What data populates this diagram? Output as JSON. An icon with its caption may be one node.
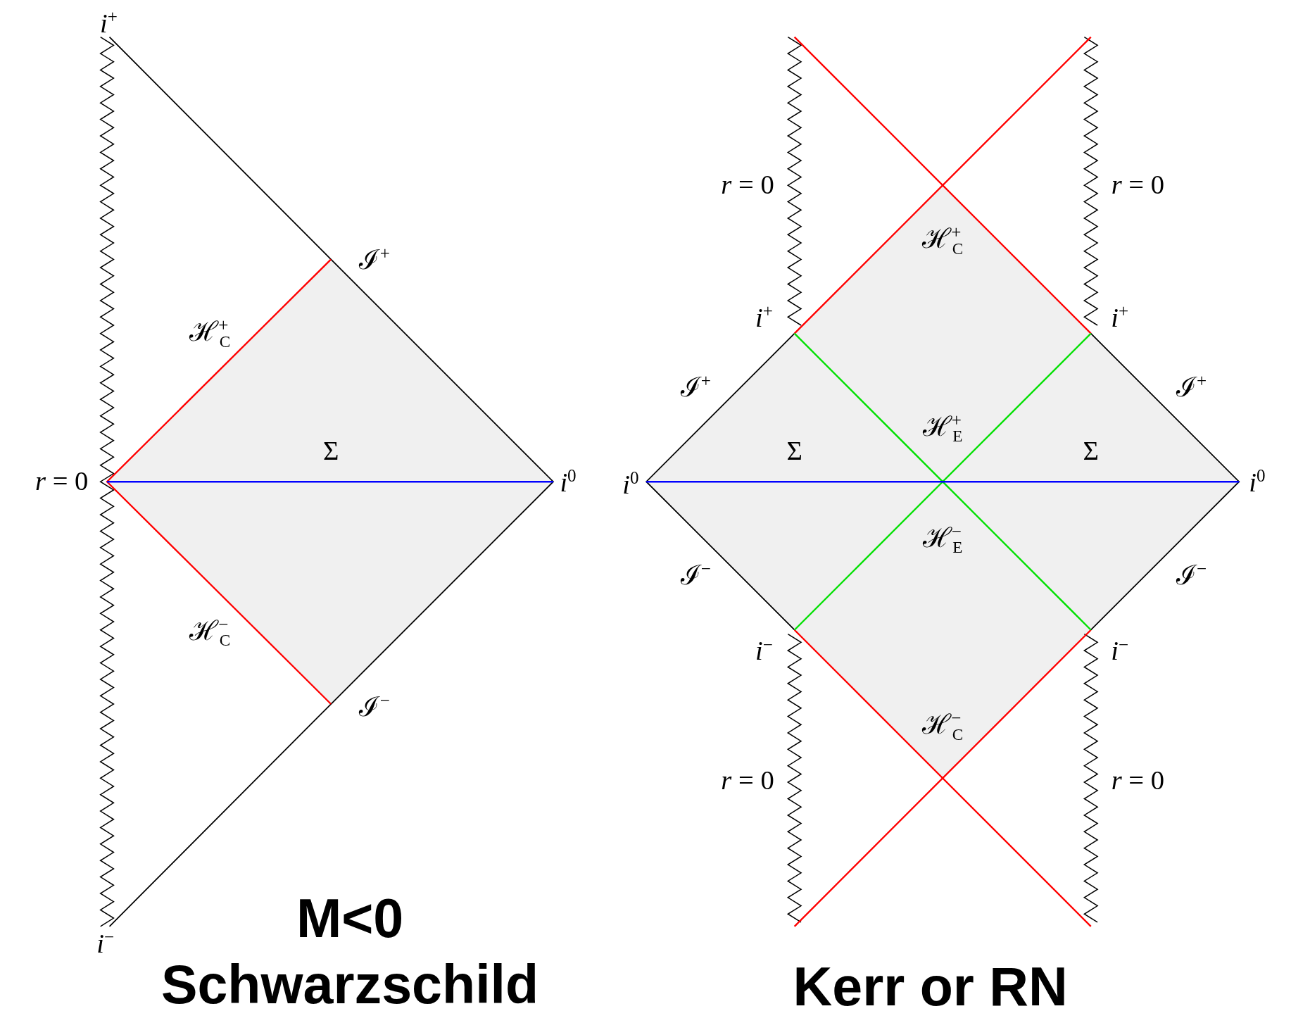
{
  "diagram": {
    "labels": [
      "*i*$^{+}$",
      "*r* = 0",
      "*r* = 0",
      "ℋ$^{+}$$_{C}$",
      "ℐ$^{+}$",
      "*i*$^{+}$",
      "*i*$^{+}$",
      "ℋ$^{+}$$_{C}$",
      "ℐ$^{+}$",
      "ℐ$^{+}$",
      "ℋ$^{+}$$_{E}$",
      "Σ",
      "Σ",
      "Σ",
      "*r* = 0",
      "*i*$^{0}$",
      "*i*$^{0}$",
      "*i*$^{0}$",
      "ℋ$^{−}$$_{E}$",
      "ℐ$^{−}$",
      "ℐ$^{−}$",
      "ℋ$^{−}$$_{C}$",
      "*i*$^{−}$",
      "*i*$^{−}$",
      "ℐ$^{−}$",
      "ℋ$^{−}$$_{C}$",
      "*r* = 0",
      "*r* = 0",
      "M<0",
      "*i*$^{−}$",
      "Schwarzschild",
      "Kerr or RN"
    ]
  }
}
